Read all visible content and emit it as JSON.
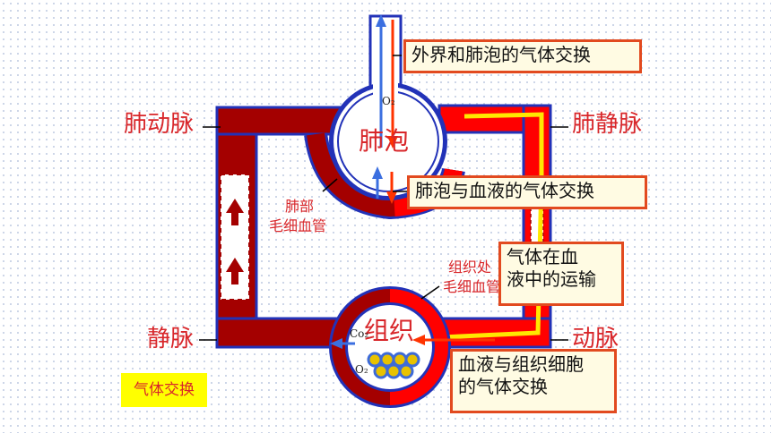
{
  "labels": {
    "pulmonary_artery": "肺动脉",
    "pulmonary_vein": "肺静脉",
    "vein": "静脉",
    "artery": "动脉",
    "lung_capillary_line1": "肺部",
    "lung_capillary_line2": "毛细血管",
    "tissue_capillary_line1": "组织处",
    "tissue_capillary_line2": "毛细血管"
  },
  "organs": {
    "alveolus": "肺泡",
    "tissue": "组织"
  },
  "gas_marks": {
    "o2_top": "O₂",
    "co2_tissue": "Co₂",
    "o2_tissue": "O₂"
  },
  "callouts": {
    "external_exchange": "外界和肺泡的气体交换",
    "alveolus_blood_exchange": "肺泡与血液的气体交换",
    "transport_line1": "气体在血",
    "transport_line2": "液中的运输",
    "blood_tissue_line1": "血液与组织细胞",
    "blood_tissue_line2": "的气体交换"
  },
  "tag": {
    "gas_exchange": "气体交换"
  },
  "colors": {
    "artery_red": "#ff0000",
    "vein_darkred": "#a40000",
    "vessel_border": "#2232b8",
    "arrow_blue": "#3b6fe0",
    "arrow_red": "#ff3300",
    "path_yellow": "#ffe800",
    "callout_border": "#e24a1f",
    "callout_bg": "#fffbe3",
    "tag_yellow": "#ffff00",
    "cell_blue": "#3d6bd8"
  }
}
